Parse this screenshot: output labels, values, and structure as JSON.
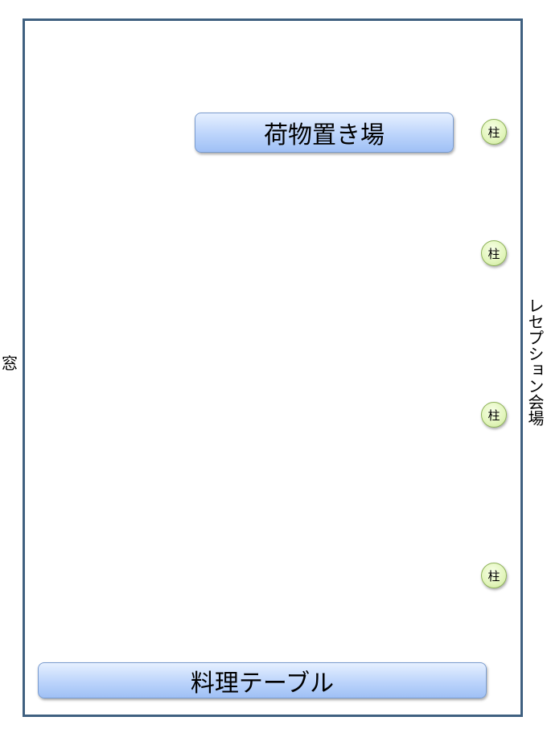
{
  "labels": {
    "window": "窓",
    "reception_hall": "レセプション会場"
  },
  "areas": {
    "luggage": "荷物置き場",
    "food_table": "料理テーブル"
  },
  "pillars": [
    "柱",
    "柱",
    "柱",
    "柱"
  ],
  "colors": {
    "room_border": "#3f6080",
    "box_fill": "#bcd4fb",
    "pillar_fill": "#e4f6bf"
  }
}
